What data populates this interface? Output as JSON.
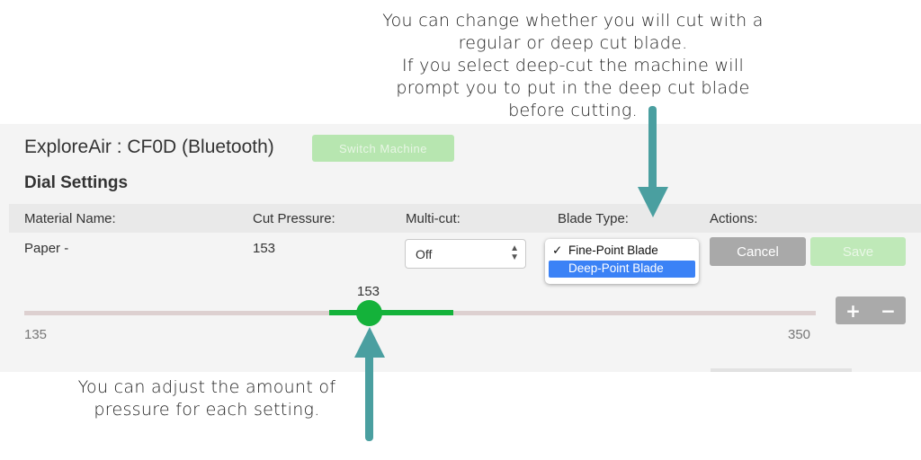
{
  "annotations": {
    "top_lines": [
      "You can change whether you will cut with a",
      "regular or deep cut blade.",
      "If you select deep-cut the machine will",
      "prompt you to put in the deep cut blade",
      "before cutting."
    ],
    "bottom_lines": [
      "You can adjust the amount of",
      "pressure for each setting."
    ],
    "arrow_color": "#4a9fa0"
  },
  "machine": {
    "title": "ExploreAir : CF0D (Bluetooth)",
    "switch_label": "Switch Machine"
  },
  "dial_settings": {
    "title": "Dial Settings",
    "headers": [
      "Material Name:",
      "Cut Pressure:",
      "Multi-cut:",
      "Blade Type:",
      "Actions:"
    ],
    "row": {
      "material": "Paper -",
      "pressure": "153",
      "multicut": "Off"
    },
    "blade_options": [
      {
        "check": "✓",
        "label": "Fine-Point Blade"
      },
      {
        "check": "",
        "label": "Deep-Point Blade"
      }
    ],
    "actions": {
      "cancel": "Cancel",
      "save": "Save"
    }
  },
  "slider": {
    "value": "153",
    "min": "135",
    "max": "350",
    "plus": "+",
    "minus": "−"
  },
  "colors": {
    "accent_green": "#14b23a",
    "selection_blue": "#3b82f6"
  }
}
